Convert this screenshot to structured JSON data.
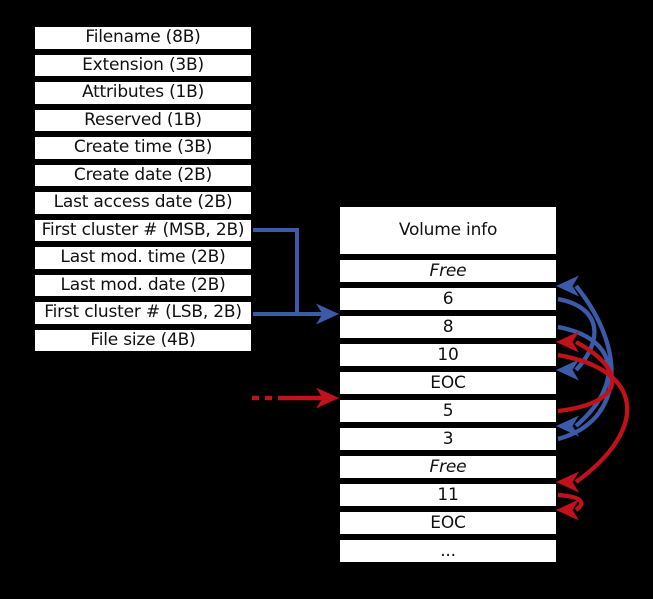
{
  "colors": {
    "background": "#000000",
    "box_fill": "#ffffff",
    "box_border": "#000000",
    "text": "#111111",
    "blue": "#3b5ba9",
    "red": "#c1121b"
  },
  "directory_table": {
    "rows": [
      {
        "label": "Filename (8B)"
      },
      {
        "label": "Extension (3B)"
      },
      {
        "label": "Attributes (1B)"
      },
      {
        "label": "Reserved (1B)"
      },
      {
        "label": "Create time (3B)"
      },
      {
        "label": "Create date (2B)"
      },
      {
        "label": "Last access date (2B)"
      },
      {
        "label": "First cluster # (MSB, 2B)"
      },
      {
        "label": "Last mod. time (2B)"
      },
      {
        "label": "Last mod. date (2B)"
      },
      {
        "label": "First cluster # (LSB, 2B)"
      },
      {
        "label": "File size (4B)"
      }
    ]
  },
  "fat_table": {
    "header_label": "Volume info",
    "rows": [
      {
        "label": "Free",
        "style": "italic"
      },
      {
        "label": "6"
      },
      {
        "label": "8"
      },
      {
        "label": "10"
      },
      {
        "label": "EOC"
      },
      {
        "label": "5"
      },
      {
        "label": "3"
      },
      {
        "label": "Free",
        "style": "italic"
      },
      {
        "label": "11"
      },
      {
        "label": "EOC"
      },
      {
        "label": "..."
      }
    ]
  },
  "arrows": {
    "first_cluster_pointer": {
      "color_key": "blue",
      "from_fields": [
        "First cluster # (MSB, 2B)",
        "First cluster # (LSB, 2B)"
      ],
      "points_to_fat_row": "8"
    },
    "external_file_pointer": {
      "color_key": "red",
      "style": "dashed",
      "points_to_fat_row": "5"
    },
    "fat_arcs": [
      {
        "color_key": "blue",
        "from_row": 1,
        "to_row": 4,
        "bulge": 45
      },
      {
        "color_key": "blue",
        "from_row": 2,
        "to_row": 6,
        "bulge": 64
      },
      {
        "color_key": "blue",
        "from_row": 6,
        "to_row": 1,
        "bulge": 68
      },
      {
        "color_key": "red",
        "from_row": 5,
        "to_row": 3,
        "bulge": 69
      },
      {
        "color_key": "red",
        "from_row": 3,
        "to_row": 8,
        "bulge": 89
      },
      {
        "color_key": "red",
        "from_row": 8,
        "to_row": 9,
        "bulge": 27
      }
    ]
  }
}
